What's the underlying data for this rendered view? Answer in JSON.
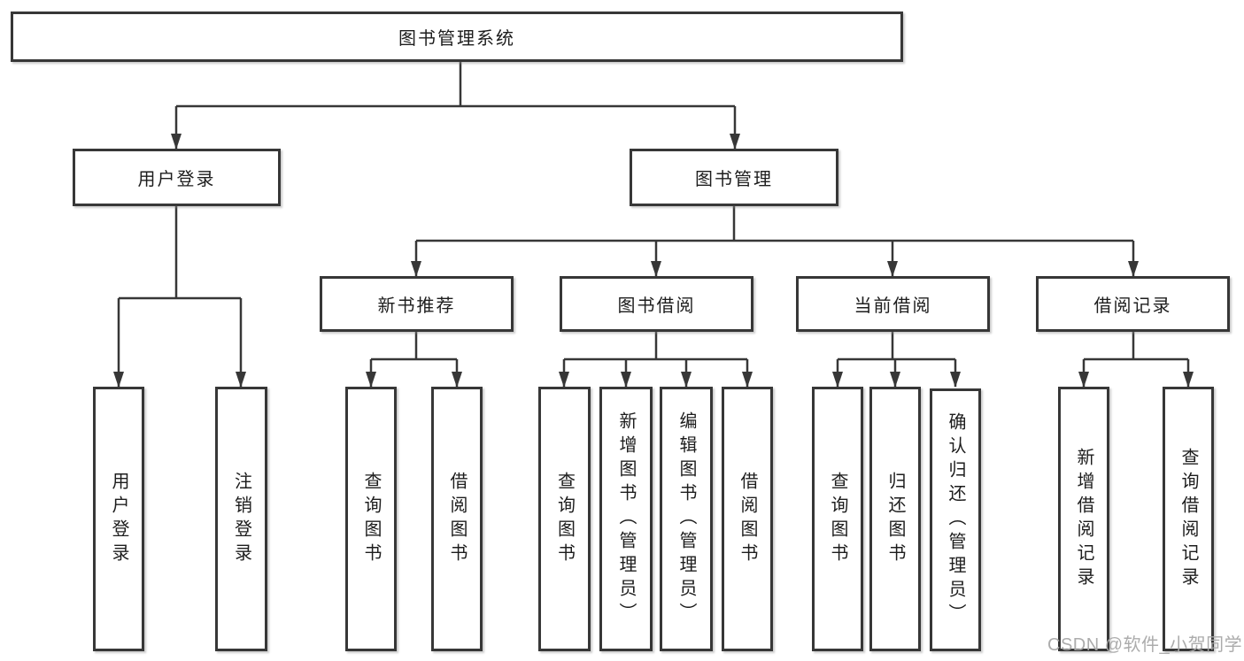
{
  "diagram": {
    "root": {
      "label": "图书管理系统"
    },
    "branches": [
      {
        "label": "用户登录",
        "children": [
          {
            "label": "用户登录"
          },
          {
            "label": "注销登录"
          }
        ]
      },
      {
        "label": "图书管理",
        "children": [
          {
            "label": "新书推荐",
            "children": [
              {
                "label": "查询图书"
              },
              {
                "label": "借阅图书"
              }
            ]
          },
          {
            "label": "图书借阅",
            "children": [
              {
                "label": "查询图书"
              },
              {
                "label": "新增图书（管理员）"
              },
              {
                "label": "编辑图书（管理员）"
              },
              {
                "label": "借阅图书"
              }
            ]
          },
          {
            "label": "当前借阅",
            "children": [
              {
                "label": "查询图书"
              },
              {
                "label": "归还图书"
              },
              {
                "label": "确认归还（管理员）"
              }
            ]
          },
          {
            "label": "借阅记录",
            "children": [
              {
                "label": "新增借阅记录"
              },
              {
                "label": "查询借阅记录"
              }
            ]
          }
        ]
      }
    ],
    "watermark": "CSDN @软件_小贺同学",
    "colors": {
      "line": "#373737",
      "box_border": "#373737",
      "box_fill": "#ffffff",
      "text": "#1d1d1d",
      "watermark": "#a8a8a8"
    }
  }
}
